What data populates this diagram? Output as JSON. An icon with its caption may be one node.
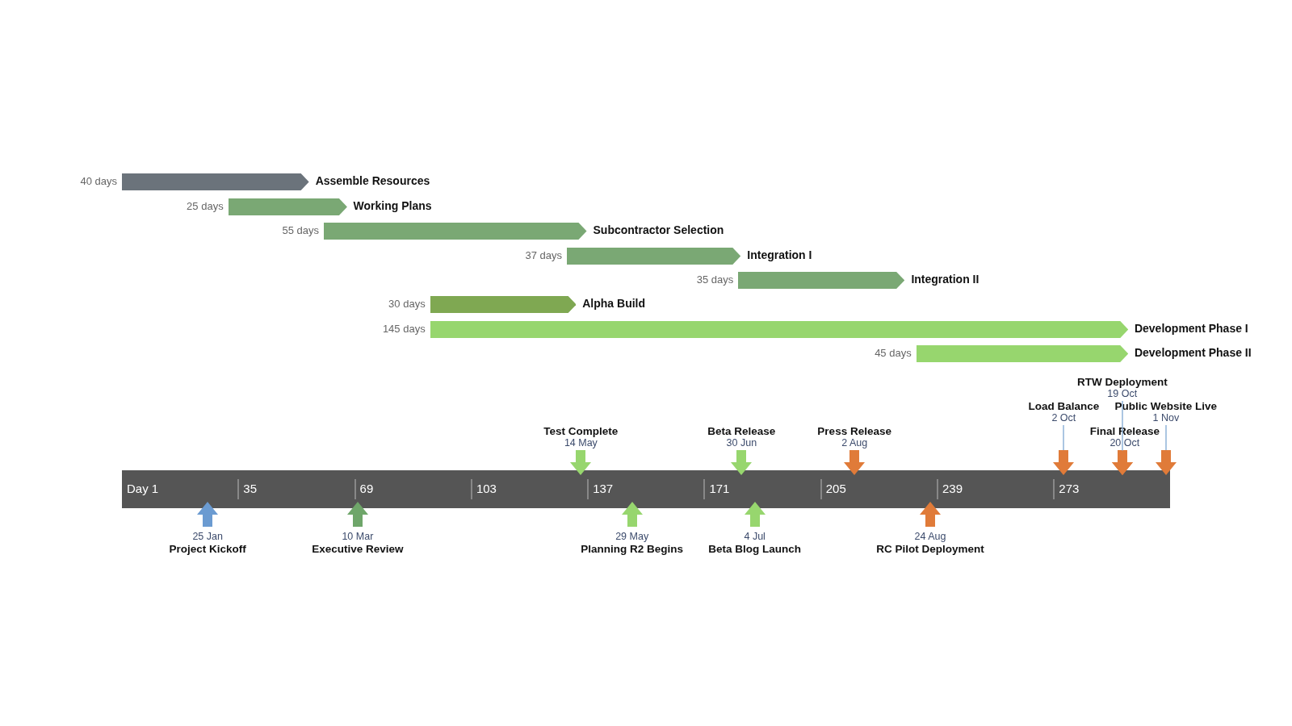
{
  "diagram": {
    "nodes": [
      {
        "text": [
          "Assemble Resources"
        ],
        "beside": [
          "40 days"
        ]
      },
      {
        "text": [
          "Working Plans"
        ],
        "beside": [
          "25 days"
        ]
      },
      {
        "text": [
          "Subcontractor Selection"
        ],
        "beside": [
          "55 days"
        ]
      },
      {
        "text": [
          "Integration I"
        ],
        "beside": [
          "37 days"
        ]
      },
      {
        "text": [
          "Integration II"
        ],
        "beside": [
          "35 days"
        ]
      },
      {
        "text": [
          "Alpha Build"
        ],
        "beside": [
          "30 days"
        ]
      },
      {
        "text": [
          "Development Phase I"
        ],
        "beside": [
          "145 days"
        ]
      },
      {
        "text": [
          "Development Phase II"
        ],
        "beside": [
          "45 days"
        ]
      },
      {
        "text": [
          "RTW Deployment",
          "19 Oct"
        ]
      },
      {
        "text": [
          "Load Balance",
          "2 Oct"
        ]
      },
      {
        "text": [
          "Public Website Live",
          "1 Nov"
        ]
      },
      {
        "text": [
          "Test Complete",
          "14 May"
        ]
      },
      {
        "text": [
          "Beta Release",
          "30 Jun"
        ]
      },
      {
        "text": [
          "Press Release",
          "2 Aug"
        ]
      },
      {
        "text": [
          "Final Release",
          "20 Oct"
        ]
      },
      {
        "text": [
          "25 Jan",
          "Project Kickoff"
        ]
      },
      {
        "text": [
          "10 Mar",
          "Executive Review"
        ]
      },
      {
        "text": [
          "29 May",
          "Planning R2 Begins"
        ]
      },
      {
        "text": [
          "4 Jul",
          "Beta Blog Launch"
        ]
      },
      {
        "text": [
          "24 Aug",
          "RC Pilot Deployment"
        ]
      },
      {
        "text": [],
        "shape": "arrow"
      },
      {
        "text": [],
        "shape": "arrow"
      },
      {
        "text": [],
        "shape": "arrow"
      }
    ],
    "edges": [
      {
        "from": 9,
        "to": 20,
        "arrow": "none"
      },
      {
        "from": 8,
        "to": 21,
        "arrow": "none"
      },
      {
        "from": 10,
        "to": 22,
        "arrow": "none"
      }
    ],
    "labels": [
      "Day 1",
      "35",
      "69",
      "103",
      "137",
      "171",
      "205",
      "239",
      "273"
    ]
  }
}
